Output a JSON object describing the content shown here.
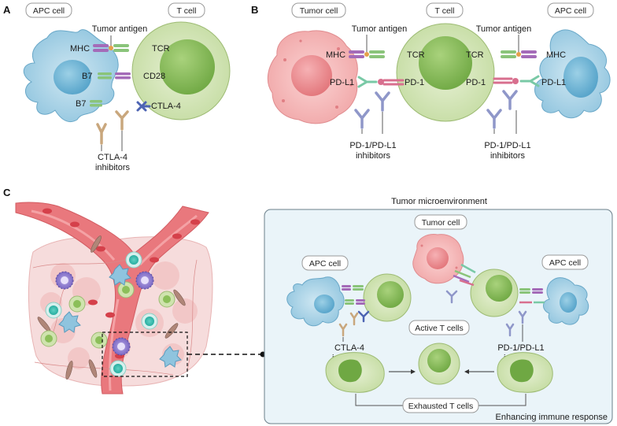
{
  "panels": {
    "a": "A",
    "b": "B",
    "c": "C"
  },
  "panel_a": {
    "apc_cell": "APC cell",
    "t_cell": "T cell",
    "tumor_antigen": "Tumor antigen",
    "mhc": "MHC",
    "tcr": "TCR",
    "b7_top": "B7",
    "cd28": "CD28",
    "b7_bottom": "B7",
    "ctla4": "CTLA-4",
    "inhibitor_line1": "CTLA-4",
    "inhibitor_line2": "inhibitors"
  },
  "panel_b": {
    "tumor_cell": "Tumor cell",
    "t_cell": "T cell",
    "apc_cell": "APC cell",
    "tumor_antigen_left": "Tumor antigen",
    "tumor_antigen_right": "Tumor antigen",
    "mhc_left": "MHC",
    "tcr_left": "TCR",
    "tcr_right": "TCR",
    "mhc_right": "MHC",
    "pdl1_left": "PD-L1",
    "pd1_left": "PD-1",
    "pd1_right": "PD-1",
    "pdl1_right": "PD-L1",
    "inhibitor_left_line1": "PD-1/PD-L1",
    "inhibitor_left_line2": "inhibitors",
    "inhibitor_right_line1": "PD-1/PD-L1",
    "inhibitor_right_line2": "inhibitors"
  },
  "panel_c": {
    "microenvironment_title": "Tumor microenvironment",
    "tumor_cell": "Tumor cell",
    "apc_cell_left": "APC cell",
    "apc_cell_right": "APC cell",
    "ctla4_inhibitors_line1": "CTLA-4",
    "ctla4_inhibitors_line2": "inhibitors",
    "pd_inhibitors_line1": "PD-1/PD-L1",
    "pd_inhibitors_line2": "inhibitors",
    "active_t_cells": "Active T cells",
    "exhausted_t_cells": "Exhausted T cells",
    "enhancing": "Enhancing immune response"
  },
  "colors": {
    "apc_body": "#a9d3e6",
    "apc_nucleus": "#6fb3d2",
    "t_cell_body": "#d4e6b5",
    "t_cell_nucleus": "#8cbf5a",
    "tumor_body": "#f4b8b8",
    "tumor_nucleus": "#ee8f93",
    "mhc": "#a46bb8",
    "tcr": "#8ac47a",
    "pd1": "#d86f8e",
    "pdl1": "#79c9a6",
    "ctla4": "#4d64b3",
    "ctla4_inhibitor": "#c9a77d",
    "pd_inhibitor": "#8f97c9",
    "vessel": "#e9787d",
    "micro_bg": "#eaf4f9"
  }
}
